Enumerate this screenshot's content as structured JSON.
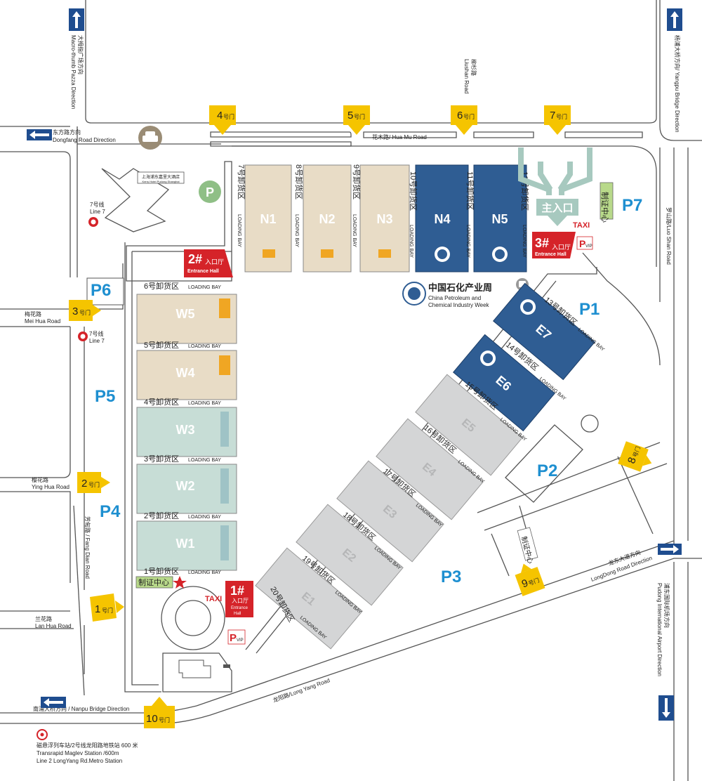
{
  "map": {
    "roads": {
      "hua_mu": "花木路/ Hua Mu Road",
      "long_yang": "龙阳路/Long Yang Road",
      "longdong": "龙东大道方向",
      "longdong_en": "LongDong Road Direction",
      "luo_shan": "罗山路/Luo Shan Road",
      "mei_hua_cn": "梅花路",
      "mei_hua_en": "Mei Hua Road",
      "ying_hua_cn": "樱花路",
      "ying_hua_en": "Ying Hua Road",
      "lan_hua_cn": "兰花路",
      "lan_hua_en": "Lan Hua Road",
      "fang_dian": "芳甸路 / Fang Dian Road",
      "liushan_cn": "柳杉路",
      "liushan_en": "Liushan Road",
      "dongfang_cn": "东方路方向",
      "dongfang_en": "Dongfang Road Direction",
      "nanpu": "南浦大桥方向 / Nanpu Bridge Direction",
      "macro_cn": "大拇指广场方向",
      "macro_en": "Macro-thumb Pazza Direction",
      "yangpu": "杨浦大桥方向/ Yangpu Bridge Direction",
      "pudong_airport_cn": "浦东国际机场方向",
      "pudong_airport_en": "Pudong International Airport Direction"
    },
    "gates": [
      {
        "num": "1",
        "suffix": "号门"
      },
      {
        "num": "2",
        "suffix": "号门"
      },
      {
        "num": "3",
        "suffix": "号门"
      },
      {
        "num": "4",
        "suffix": "号门"
      },
      {
        "num": "5",
        "suffix": "号门"
      },
      {
        "num": "6",
        "suffix": "号门"
      },
      {
        "num": "7",
        "suffix": "号门"
      },
      {
        "num": "8",
        "suffix": "号门"
      },
      {
        "num": "9",
        "suffix": "号门"
      },
      {
        "num": "10",
        "suffix": "号门"
      }
    ],
    "parking": [
      "P1",
      "P2",
      "P3",
      "P4",
      "P5",
      "P6",
      "P7"
    ],
    "halls": {
      "N1": "N1",
      "N2": "N2",
      "N3": "N3",
      "N4": "N4",
      "N5": "N5",
      "W1": "W1",
      "W2": "W2",
      "W3": "W3",
      "W4": "W4",
      "W5": "W5",
      "E1": "E1",
      "E2": "E2",
      "E3": "E3",
      "E4": "E4",
      "E5": "E5",
      "E6": "E6",
      "E7": "E7"
    },
    "loading_bays": {
      "w1": "1号卸货区",
      "w2": "2号卸货区",
      "w3": "3号卸货区",
      "w4": "4号卸货区",
      "w5": "5号卸货区",
      "w6": "6号卸货区",
      "n7": "7号卸货区",
      "n8": "8号卸货区",
      "n9": "9号卸货区",
      "n10": "10号卸货区",
      "n11": "11号卸货区",
      "n12": "12号卸货区",
      "e13": "13号卸货区",
      "e14": "14号卸货区",
      "e15": "15号卸货区",
      "e16": "16号卸货区",
      "e17": "17号卸货区",
      "e18": "18号卸货区",
      "e19": "19号卸货区",
      "e20": "20号卸货区",
      "en": "LOADING BAY"
    },
    "entrances": {
      "e1_num": "1#",
      "e1_cn": "入口厅",
      "e1_en1": "Entrance",
      "e1_en2": "Hall",
      "e2_num": "2#",
      "e2_cn": "入口厅",
      "e2_en": "Entrance Hall",
      "e3_num": "3#",
      "e3_cn": "入口厅",
      "e3_en": "Entrance Hall",
      "main": "主入口"
    },
    "cert": {
      "west": "制证中心",
      "north": "制证中心",
      "east": "制证中心"
    },
    "taxi": "TAXI",
    "pvip_p": "P",
    "pvip_vip": "VIP",
    "hotel_cn": "上海浦东嘉里大酒店",
    "hotel_en": "Kerry Hotel Pudong Shanghai",
    "metro_line7": "7号线",
    "metro_line7_en": "Line 7",
    "ciiw_cn": "中国石化产业周",
    "ciiw_en1": "China Petroleum and",
    "ciiw_en2": "Chemical Industry Week",
    "legend": {
      "line1": "磁悬浮列车站/2号线龙阳路地铁站 600 米",
      "line2": "Transrapid Maglev Station  /600m",
      "line3": "Line 2 LongYang Rd.Metro Station"
    },
    "colors": {
      "gate": "#f5c400",
      "parking_text": "#1e8fd0",
      "entrance": "#d52329",
      "hall_blue": "#2f5d93",
      "hall_beige": "#e8dcc6",
      "hall_green": "#c7ddd6",
      "hall_grey": "#d4d5d6",
      "cert_center": "#b8d98a"
    }
  }
}
